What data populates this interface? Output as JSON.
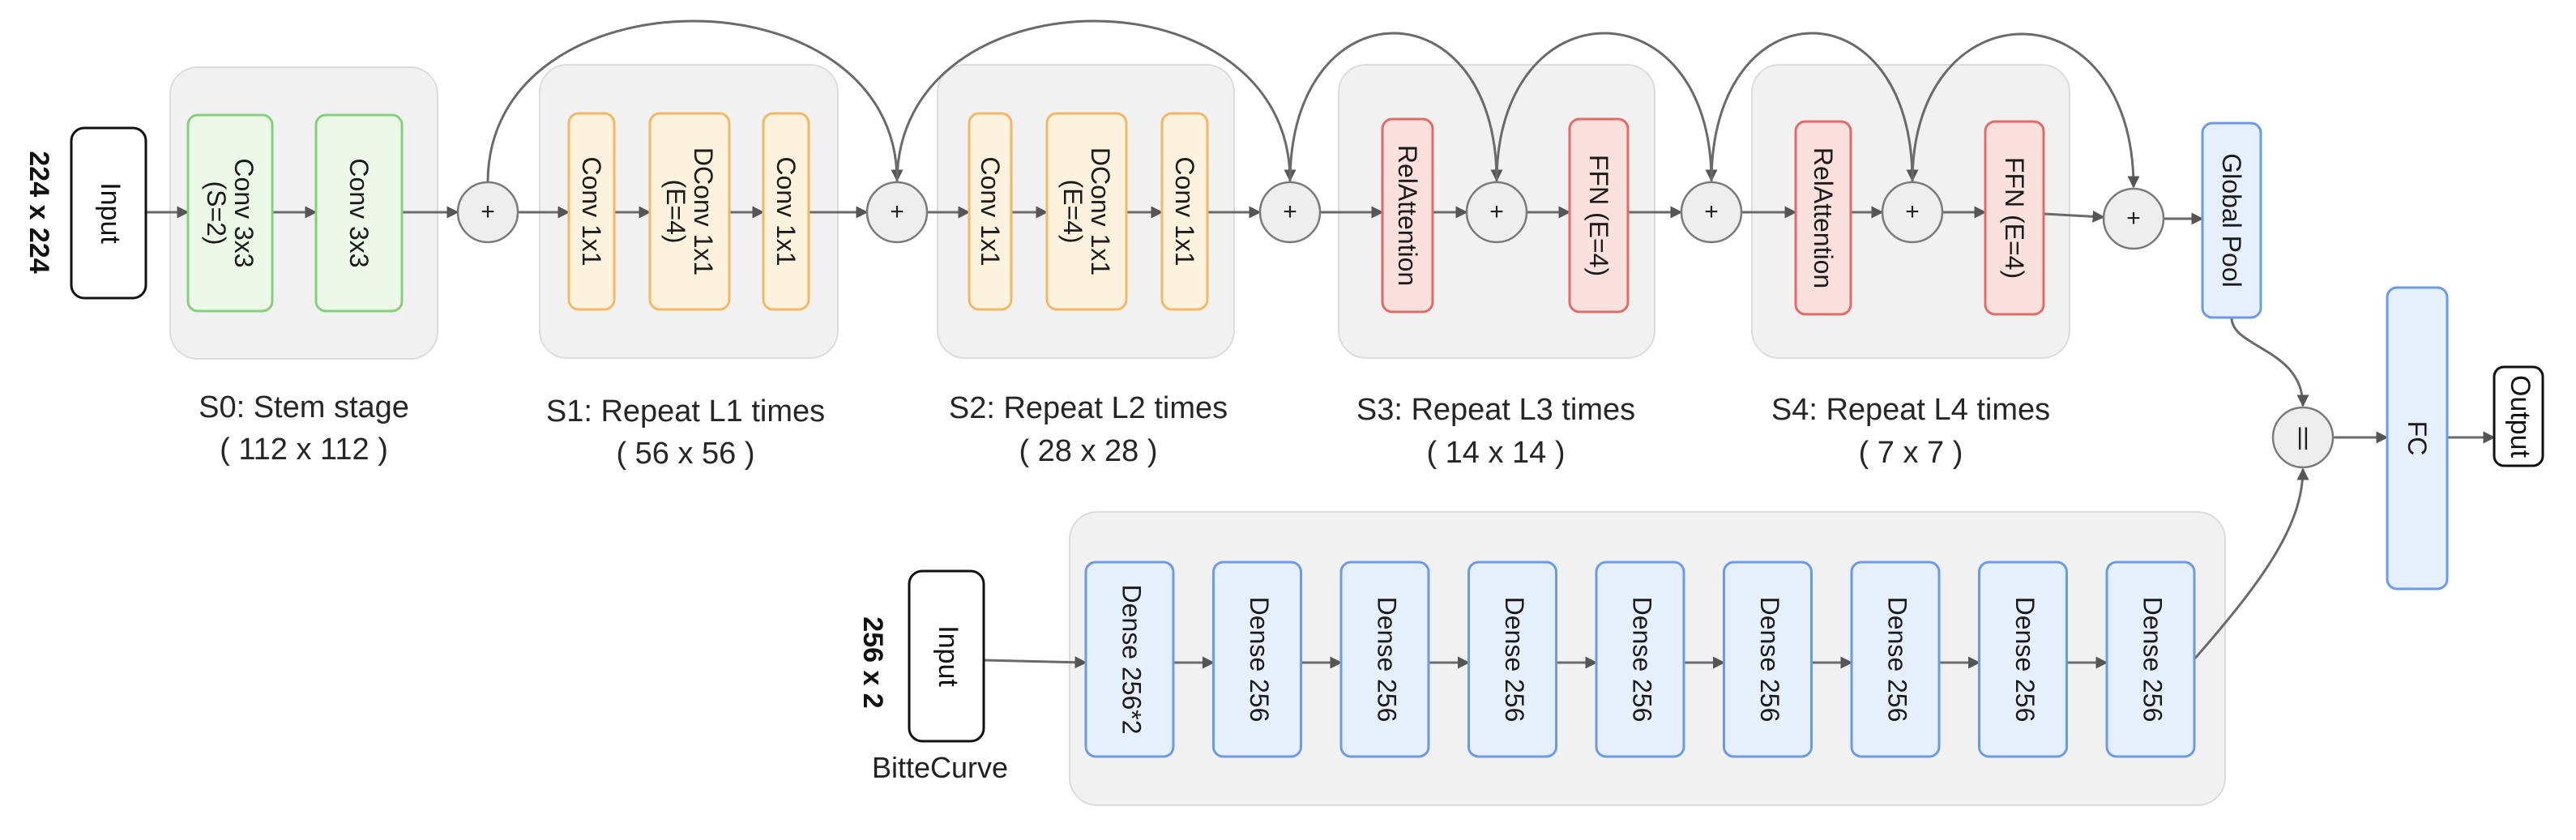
{
  "image_input": {
    "label": "Input",
    "size": "224 x 224"
  },
  "curve_input": {
    "label": "Input",
    "size": "256 x 2",
    "caption": "BitteCurve"
  },
  "stages": [
    {
      "caption": "S0: Stem stage",
      "resolution": "( 112 x 112 )"
    },
    {
      "caption": "S1: Repeat L1 times",
      "resolution": "( 56 x 56 )"
    },
    {
      "caption": "S2: Repeat L2 times",
      "resolution": "( 28 x 28 )"
    },
    {
      "caption": "S3: Repeat L3 times",
      "resolution": "( 14 x 14 )"
    },
    {
      "caption": "S4: Repeat L4 times",
      "resolution": "( 7 x 7 )"
    }
  ],
  "blocks": [
    {
      "lines": [
        "Conv 3x3",
        "(S=2)"
      ],
      "kind": "stem"
    },
    {
      "lines": [
        "Conv 3x3"
      ],
      "kind": "stem"
    },
    {
      "lines": [
        "Conv 1x1"
      ],
      "kind": "conv"
    },
    {
      "lines": [
        "DConv 1x1",
        "(E=4)"
      ],
      "kind": "conv"
    },
    {
      "lines": [
        "Conv 1x1"
      ],
      "kind": "conv"
    },
    {
      "lines": [
        "Conv 1x1"
      ],
      "kind": "conv"
    },
    {
      "lines": [
        "DConv 1x1",
        "(E=4)"
      ],
      "kind": "conv"
    },
    {
      "lines": [
        "Conv 1x1"
      ],
      "kind": "conv"
    },
    {
      "lines": [
        "RelAttention"
      ],
      "kind": "attn"
    },
    {
      "lines": [
        "FFN (E=4)"
      ],
      "kind": "attn"
    },
    {
      "lines": [
        "RelAttention"
      ],
      "kind": "attn"
    },
    {
      "lines": [
        "FFN (E=4)"
      ],
      "kind": "attn"
    },
    {
      "lines": [
        "Global Pool"
      ],
      "kind": "head"
    },
    {
      "lines": [
        "FC"
      ],
      "kind": "head"
    }
  ],
  "dense_blocks": [
    "Dense 256*2",
    "Dense 256",
    "Dense 256",
    "Dense 256",
    "Dense 256",
    "Dense 256",
    "Dense 256",
    "Dense 256",
    "Dense 256"
  ],
  "add_symbol": "+",
  "concat_symbol": "||",
  "output": {
    "label": "Output"
  },
  "colors": {
    "stem": {
      "fill": "#ecf8e8",
      "stroke": "#86cf7e"
    },
    "conv": {
      "fill": "#fdf2dd",
      "stroke": "#f2b865"
    },
    "attn": {
      "fill": "#fbe1de",
      "stroke": "#e36b66"
    },
    "head": {
      "fill": "#e6effc",
      "stroke": "#6a9bea"
    },
    "dense": {
      "fill": "#e6effc",
      "stroke": "#6a9bea"
    }
  }
}
